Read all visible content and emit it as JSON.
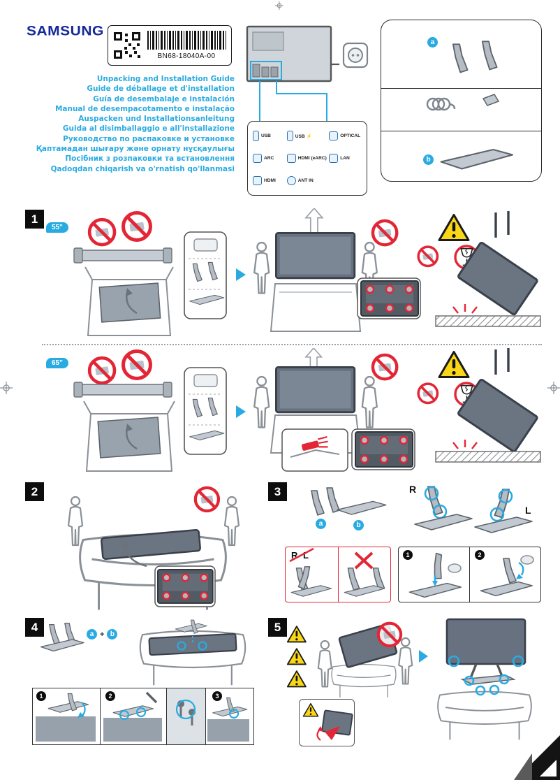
{
  "brand": {
    "logo": "SAMSUNG"
  },
  "label": {
    "part_number": "BN68-18040A-00"
  },
  "titles": [
    "Unpacking and Installation Guide",
    "Guide de déballage et d'installation",
    "Guía de desembalaje e instalación",
    "Manual de desempacotamento e instalação",
    "Auspacken und Installationsanleitung",
    "Guida al disimballaggio e all'installazione",
    "Руководство по распаковке и установке",
    "Қаптамадан шығару және орнату нұсқаулығы",
    "Посібник з розпаковки та встановлення",
    "Qadoqdan chiqarish va o'rnatish qo'llanmasi"
  ],
  "ports": {
    "items": [
      {
        "label": "USB"
      },
      {
        "label": "USB ⚡"
      },
      {
        "label": "OPTICAL"
      },
      {
        "label": "ARC"
      },
      {
        "label": "HDMI (eARC)"
      },
      {
        "label": "LAN"
      },
      {
        "label": "HDMI"
      },
      {
        "label": "ANT IN"
      }
    ]
  },
  "accessories": {
    "item_a": "a",
    "item_b": "b"
  },
  "sections": {
    "one": {
      "number": "1",
      "badge_55": "55\"",
      "badge_65": "65\""
    },
    "two": {
      "number": "2"
    },
    "three": {
      "number": "3",
      "label_a": "a",
      "label_b": "b",
      "label_r": "R",
      "label_l": "L",
      "wrong_rl": "R L",
      "step1": "1",
      "step2": "2"
    },
    "four": {
      "number": "4",
      "label_a": "a",
      "plus": "+",
      "label_b": "b",
      "step1": "1",
      "step2": "2",
      "step3": "3"
    },
    "five": {
      "number": "5"
    }
  },
  "colors": {
    "brand_blue": "#16279b",
    "accent_cyan": "#29abe2",
    "warning_red": "#e32636",
    "warning_yellow": "#f9d616"
  }
}
